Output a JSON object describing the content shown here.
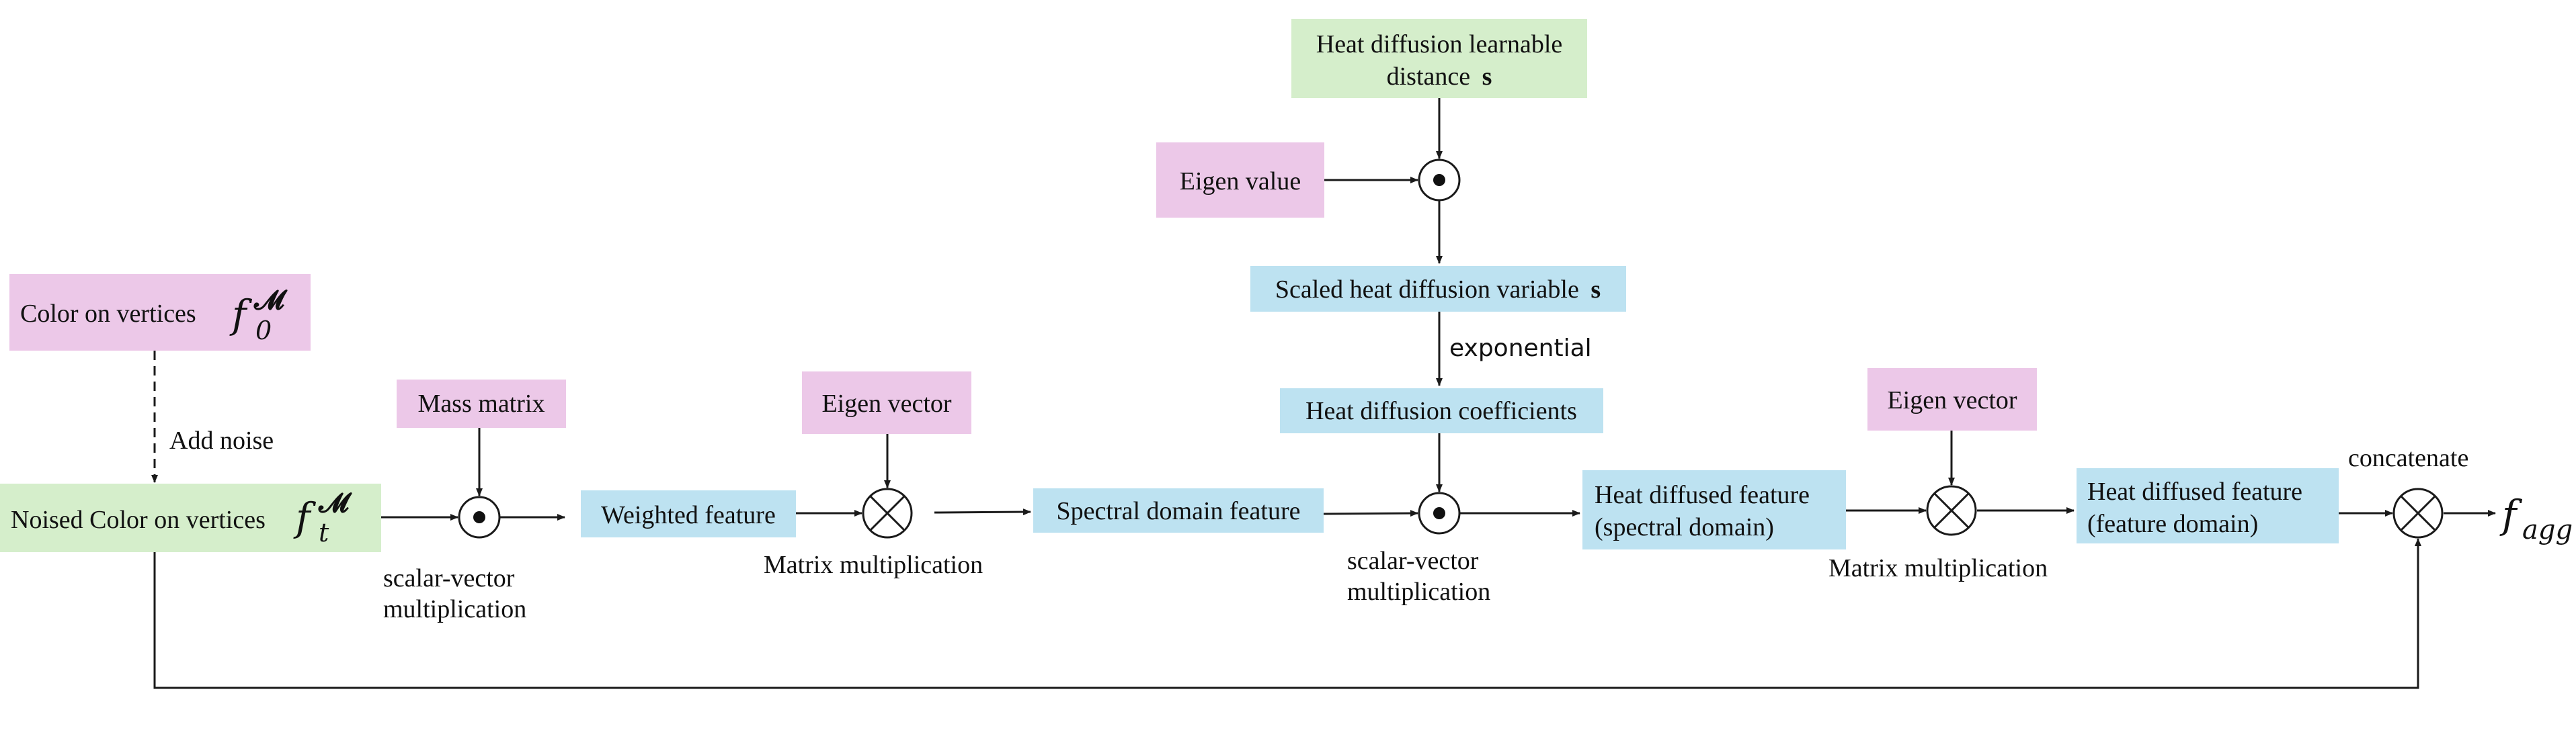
{
  "colors": {
    "pink": "#ecc8e8",
    "green": "#d5eecb",
    "blue": "#bde2f1",
    "line": "#1a1a1a"
  },
  "nodes": {
    "color_vertices": {
      "label": "Color on vertices",
      "math_base": "f",
      "math_sub": "0",
      "math_sup": "𝓜"
    },
    "noised_color": {
      "label": "Noised Color on vertices",
      "math_base": "f",
      "math_sub": "t",
      "math_sup": "𝓜"
    },
    "mass_matrix": {
      "label": "Mass matrix"
    },
    "weighted_feature": {
      "label": "Weighted feature"
    },
    "eigen_vector_1": {
      "label": "Eigen vector"
    },
    "spectral_feature": {
      "label": "Spectral domain feature"
    },
    "heat_learnable": {
      "line1": "Heat diffusion learnable",
      "line2": "distance",
      "line2_bold": "s"
    },
    "eigen_value": {
      "label": "Eigen value"
    },
    "scaled_heat": {
      "label": "Scaled heat diffusion variable",
      "bold": "s"
    },
    "heat_coeff": {
      "label": "Heat diffusion coefficients"
    },
    "heat_diffused_spectral": {
      "line1": "Heat diffused feature",
      "line2": "(spectral domain)"
    },
    "eigen_vector_2": {
      "label": "Eigen vector"
    },
    "heat_diffused_feature": {
      "line1": "Heat diffused feature",
      "line2": "(feature domain)"
    },
    "output": {
      "base": "f",
      "sub": "agg"
    }
  },
  "edge_labels": {
    "add_noise": "Add noise",
    "scalar_vector_1": {
      "line1": "scalar-vector",
      "line2": "multiplication"
    },
    "matrix_mult_1": "Matrix multiplication",
    "exponential": "exponential",
    "scalar_vector_2": {
      "line1": "scalar-vector",
      "line2": "multiplication"
    },
    "matrix_mult_2": "Matrix multiplication",
    "concatenate": "concatenate"
  }
}
